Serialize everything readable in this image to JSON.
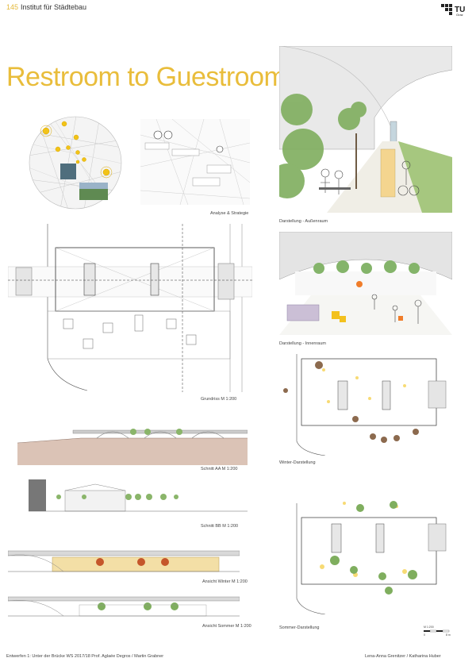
{
  "header": {
    "page_number": "145",
    "institute": "Institut für Städtebau",
    "logo_text": "TU",
    "logo_subtext": "Graz"
  },
  "title": "Restroom to Guestroom",
  "captions": {
    "analysis": "Analyse & Strategie",
    "exterior": "Darstellung - Außenraum",
    "interior": "Darstellung - Innenraum",
    "floorplan": "Grundriss  M 1:200",
    "winter_view": "Winter-Darstellung",
    "section_aa": "Schnitt AA  M 1:200",
    "section_bb": "Schnitt BB  M 1:200",
    "elev_winter": "Ansicht Winter  M 1:200",
    "elev_summer": "Ansicht Sommer  M 1:200",
    "summer_view": "Sommer-Darstellung"
  },
  "scale_bar": {
    "label": "M 1:200",
    "start": "0",
    "end": "8 m"
  },
  "footer": {
    "course": "Entwerfen 1: Unter der Brücke  WS 2017/18  Prof. Aglaée Degros / Martin Grabner",
    "authors": "Lena-Anna Grenitzer / Katharina Huber"
  },
  "colors": {
    "accent": "#e9bd3b",
    "text": "#333333"
  }
}
